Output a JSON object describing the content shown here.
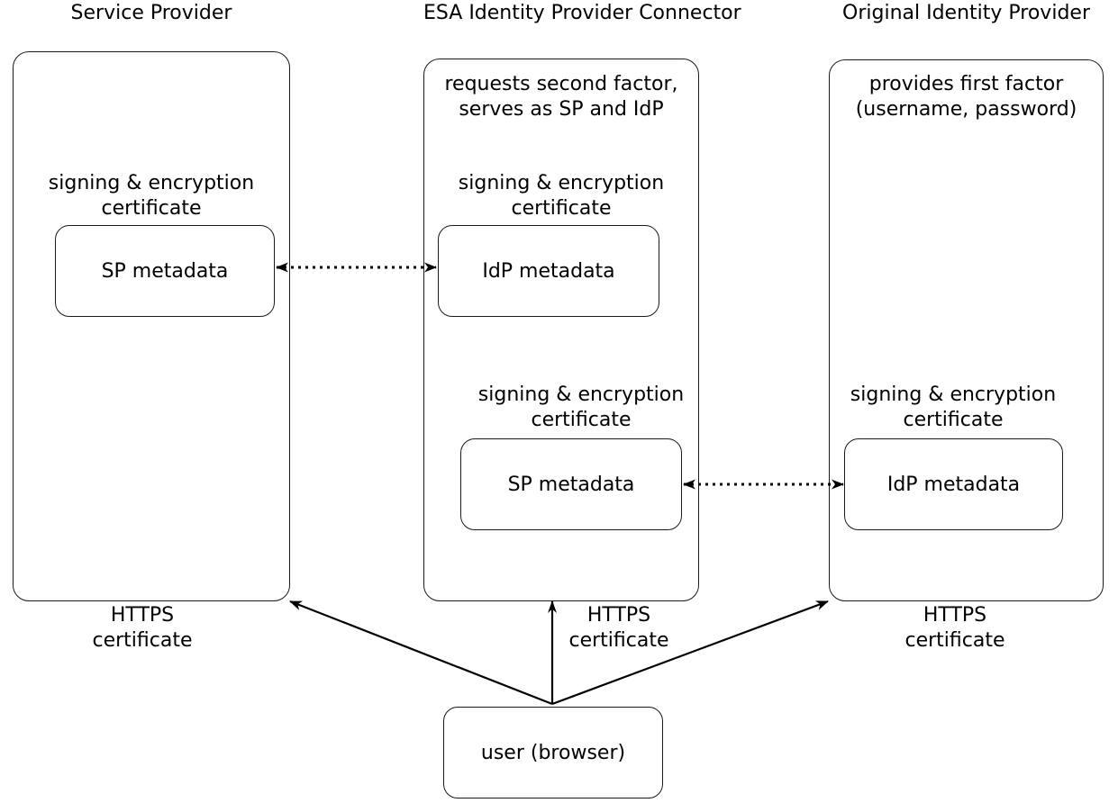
{
  "diagram": {
    "title_row": [
      {
        "id": "service-provider",
        "label": "Service Provider"
      },
      {
        "id": "esa-connector",
        "label": "ESA Identity Provider Connector"
      },
      {
        "id": "original-idp",
        "label": "Original Identity Provider"
      }
    ],
    "columns": {
      "service_provider": {
        "title": "Service Provider",
        "cert_label_line1": "signing & encryption",
        "cert_label_line2": "certificate",
        "metadata_box": "SP metadata",
        "https_line1": "HTTPS",
        "https_line2": "certificate"
      },
      "esa_connector": {
        "title": "ESA Identity Provider Connector",
        "note_line1": "requests second factor,",
        "note_line2": "serves as SP and IdP",
        "upper_cert_line1": "signing & encryption",
        "upper_cert_line2": "certificate",
        "upper_metadata_box": "IdP metadata",
        "lower_cert_line1": "signing & encryption",
        "lower_cert_line2": "certificate",
        "lower_metadata_box": "SP metadata",
        "https_line1": "HTTPS",
        "https_line2": "certificate"
      },
      "original_idp": {
        "title": "Original Identity Provider",
        "note_line1": "provides first factor",
        "note_line2": "(username, password)",
        "cert_label_line1": "signing & encryption",
        "cert_label_line2": "certificate",
        "metadata_box": "IdP metadata",
        "https_line1": "HTTPS",
        "https_line2": "certificate"
      }
    },
    "user_node": {
      "label": "user (browser)"
    },
    "connectors": [
      {
        "id": "sp-metadata-to-idp-metadata",
        "style": "dotted",
        "arrows": "both"
      },
      {
        "id": "connector-sp-metadata-to-idp-metadata",
        "style": "dotted",
        "arrows": "both"
      },
      {
        "id": "user-to-service-provider",
        "style": "solid",
        "arrows": "end"
      },
      {
        "id": "user-to-esa-connector",
        "style": "solid",
        "arrows": "end"
      },
      {
        "id": "user-to-original-idp",
        "style": "solid",
        "arrows": "end"
      }
    ],
    "colors": {
      "stroke": "#1a1a1a",
      "background": "#ffffff",
      "text": "#000000"
    }
  }
}
